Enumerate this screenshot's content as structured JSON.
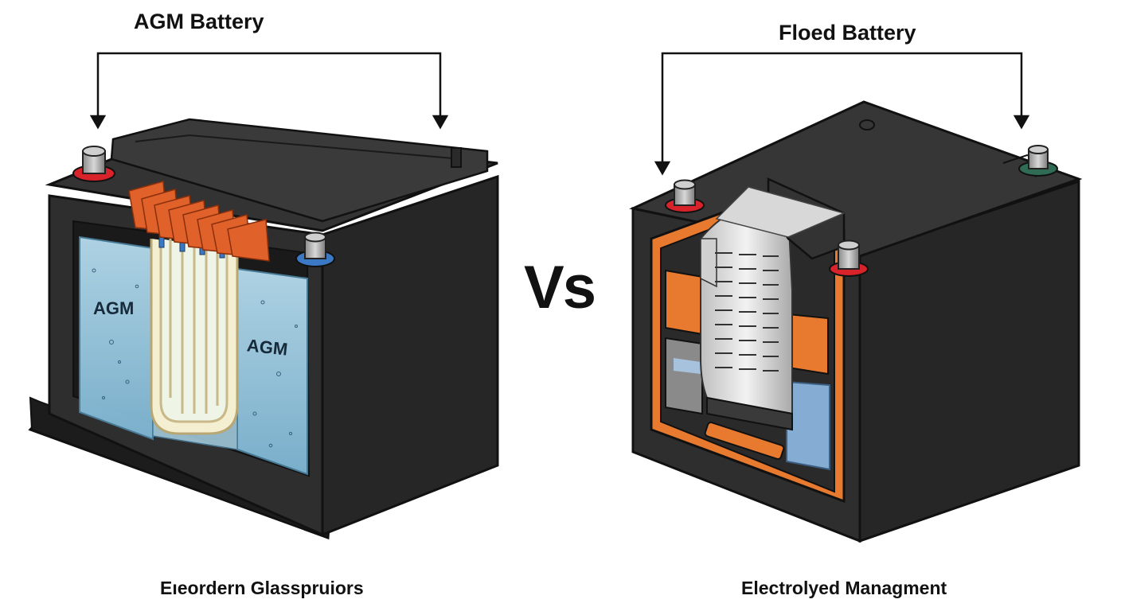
{
  "left_panel": {
    "title": "AGM Battery",
    "separator_tag_left": "AGM",
    "separator_tag_right": "AGM",
    "caption": "Eıeordern Glasspruiors"
  },
  "center": {
    "vs_label": "Vs"
  },
  "right_panel": {
    "title": "Floed Battery",
    "caption": "Electrolyed Managment"
  },
  "colors": {
    "case": "#2b2b2b",
    "case_dark": "#1a1a1a",
    "electrolyte": "#8fc3dd",
    "plate_copper": "#e0622a",
    "cutaway_orange": "#e87a30",
    "terminal_red": "#d8232a",
    "terminal_blue": "#3c79c4",
    "terminal_green": "#2f6b55"
  }
}
